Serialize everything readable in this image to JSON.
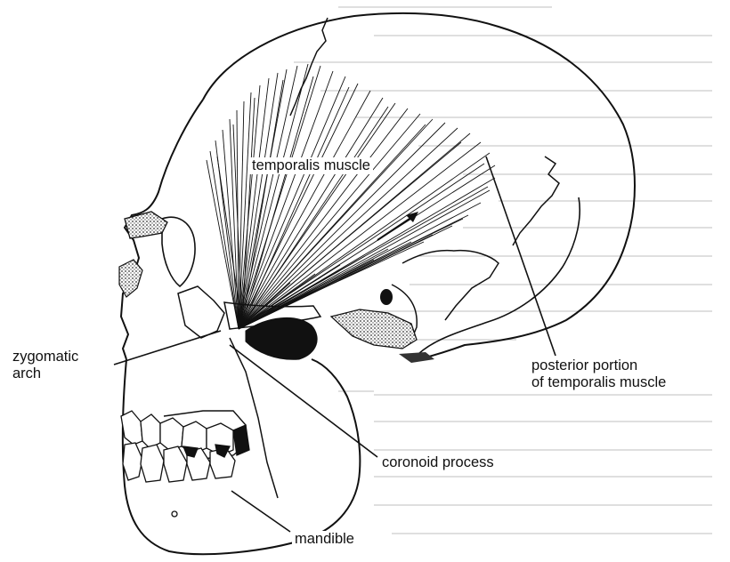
{
  "diagram": {
    "labels": {
      "temporalis_muscle": "temporalis muscle",
      "zygomatic_arch_line1": "zygomatic",
      "zygomatic_arch_line2": "arch",
      "posterior_line1": "posterior portion",
      "posterior_line2": "of temporalis muscle",
      "coronoid_process": "coronoid process",
      "mandible": "mandible"
    }
  },
  "colors": {
    "ink": "#111111",
    "stipple": "#555555",
    "background_text": "#bdbdbd"
  }
}
